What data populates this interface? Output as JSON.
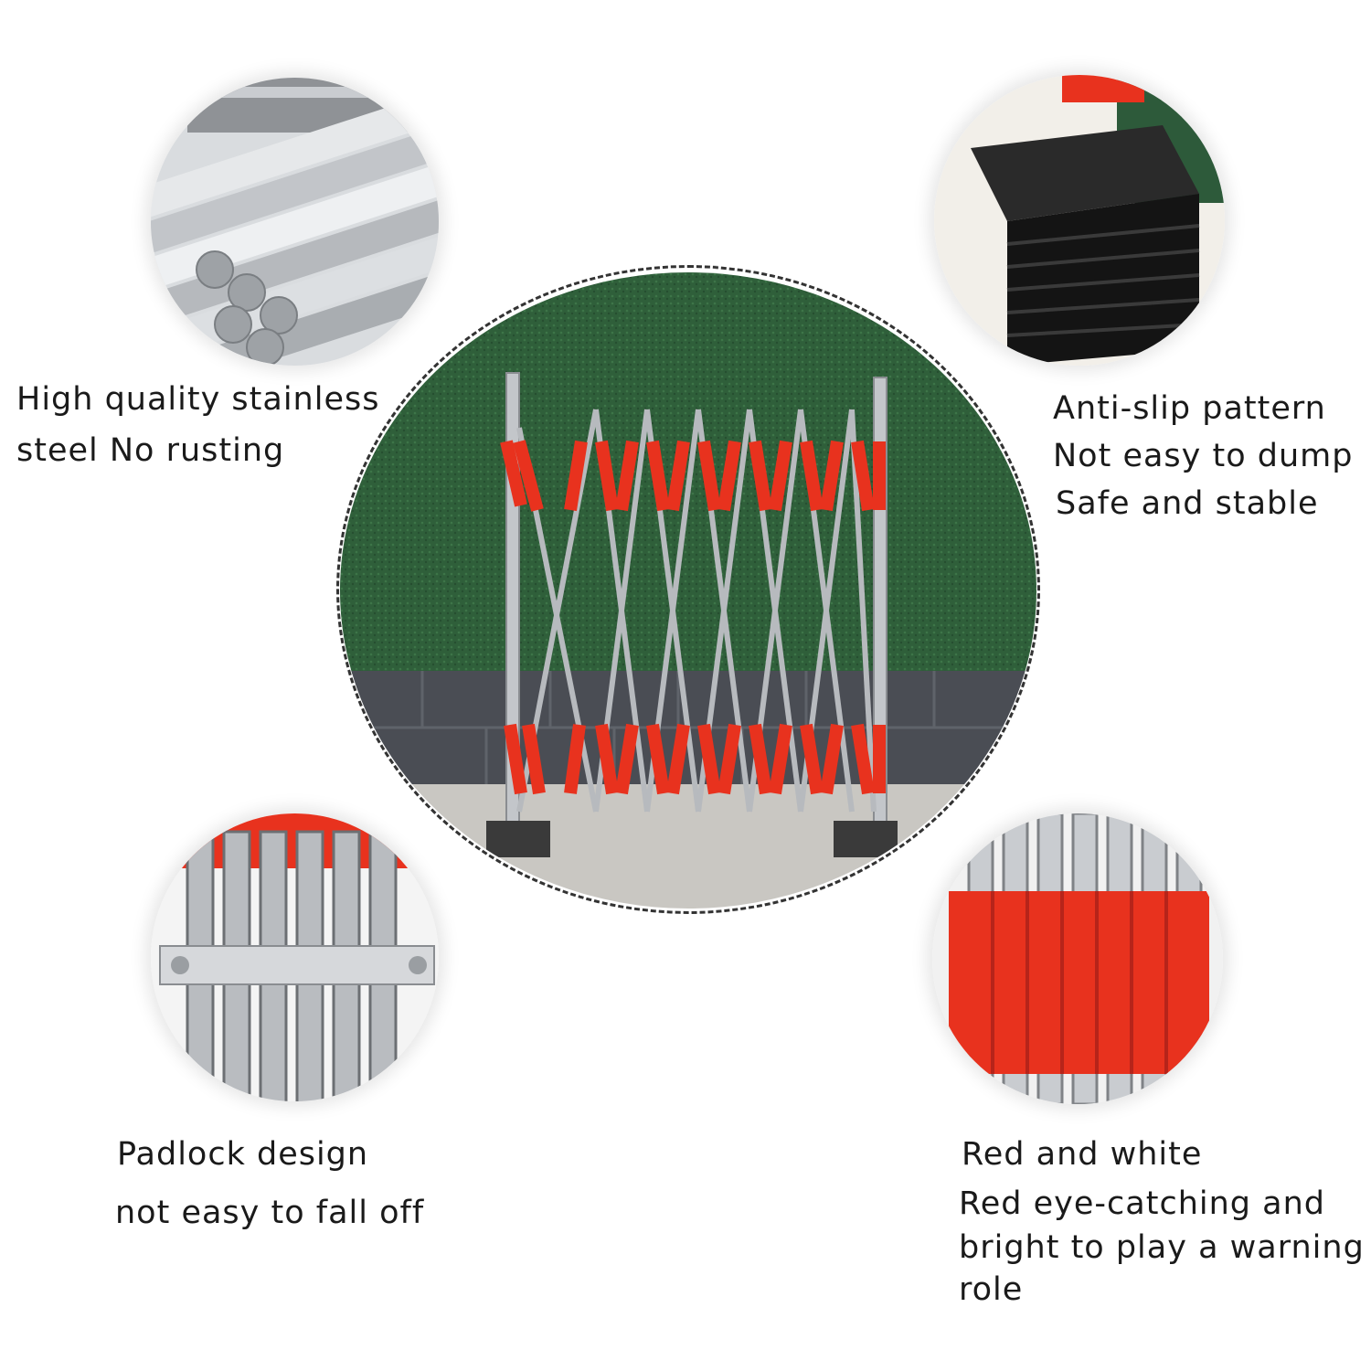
{
  "features": {
    "steel": {
      "line1": "High quality stainless",
      "line2": "steel  No rusting"
    },
    "antislip": {
      "line1": "Anti-slip pattern",
      "line2": "Not easy to dump",
      "line3": "Safe and stable"
    },
    "padlock": {
      "line1": "Padlock design",
      "line2": "not easy to fall off"
    },
    "color": {
      "line1": "Red and white",
      "line2": "Red eye-catching and",
      "line3": "bright to play a warning",
      "line4": "role"
    }
  },
  "colors": {
    "accent_red": "#e8321e",
    "grass_green": "#2f5f3a",
    "steel_gray": "#b8bcc0",
    "rubber_black": "#141414"
  }
}
